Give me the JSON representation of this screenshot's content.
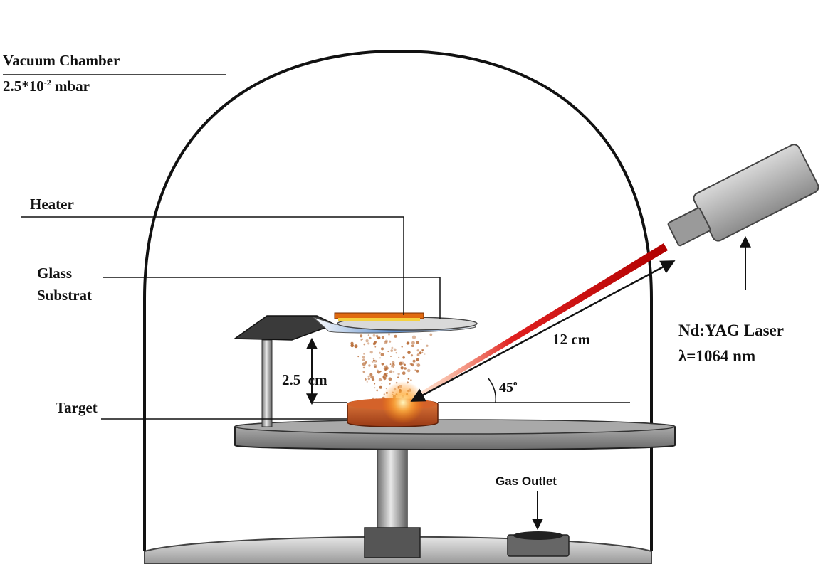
{
  "labels": {
    "vacuum_chamber": "Vacuum Chamber",
    "pressure_value": "2.5*10",
    "pressure_exp": "-2",
    "pressure_unit": " mbar",
    "heater": "Heater",
    "glass_line1": "Glass",
    "glass_line2": "Substrat",
    "target": "Target",
    "distance_vertical": "2.5  cm",
    "distance_laser": "12 cm",
    "angle_value": "45",
    "angle_unit": "o",
    "laser_line1": "Nd:YAG Laser",
    "laser_line2": "λ=1064 nm",
    "gas_outlet": "Gas Outlet"
  },
  "colors": {
    "chamber_outline": "#111111",
    "laser_beam": "#d01010",
    "target": "#c8501e",
    "heater": "#e06a10",
    "plume": "#b5652e",
    "platform_gray": "#8a8a8a",
    "laser_body": "#a8a8a8"
  }
}
